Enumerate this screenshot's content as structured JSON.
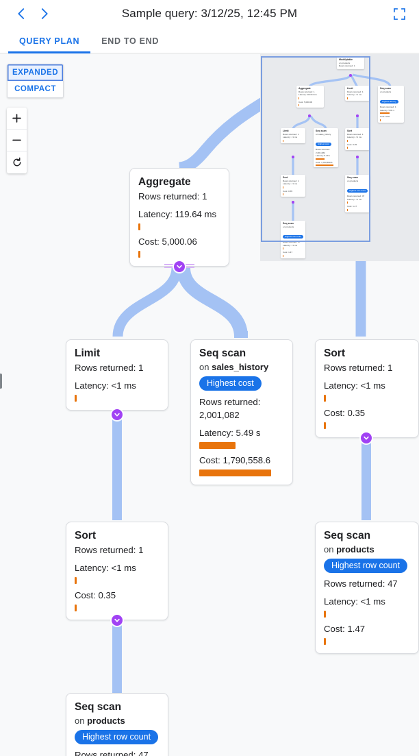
{
  "header": {
    "title": "Sample query: 3/12/25, 12:45 PM",
    "back_icon": "chevron-left-icon",
    "forward_icon": "chevron-right-icon",
    "fullscreen_icon": "fullscreen-icon"
  },
  "tabs": [
    {
      "label": "QUERY PLAN",
      "active": true
    },
    {
      "label": "END TO END",
      "active": false
    }
  ],
  "controls": {
    "expanded_label": "EXPANDED",
    "compact_label": "COMPACT",
    "zoom_in_label": "+",
    "zoom_out_label": "−",
    "reset_label": "reset-icon"
  },
  "colors": {
    "accent_blue": "#1a73e8",
    "edge_blue": "#a4c2f4",
    "bar_orange": "#e8740c",
    "chevron_purple": "#a142f4",
    "minimap_bg": "#e8eaed",
    "canvas_bg": "#f8f9fa"
  },
  "labels": {
    "rows_returned": "Rows returned:",
    "latency": "Latency:",
    "cost": "Cost:",
    "on": "on"
  },
  "nodes": {
    "aggregate": {
      "title": "Aggregate",
      "rows": "Rows returned: 1",
      "latency": "Latency: 119.64 ms",
      "cost": "Cost: 5,000.06"
    },
    "limit": {
      "title": "Limit",
      "rows": "Rows returned: 1",
      "latency": "Latency: <1 ms"
    },
    "seq_scan_sales_history": {
      "title": "Seq scan",
      "on_prefix": "on",
      "relation": "sales_history",
      "badge": "Highest cost",
      "rows": "Rows returned:",
      "rows_value": "2,001,082",
      "latency": "Latency: 5.49 s",
      "cost": "Cost: 1,790,558.6"
    },
    "sort_right": {
      "title": "Sort",
      "rows": "Rows returned: 1",
      "latency": "Latency: <1 ms",
      "cost": "Cost: 0.35"
    },
    "sort_left": {
      "title": "Sort",
      "rows": "Rows returned: 1",
      "latency": "Latency: <1 ms",
      "cost": "Cost: 0.35"
    },
    "seq_scan_products_right": {
      "title": "Seq scan",
      "on_prefix": "on",
      "relation": "products",
      "badge": "Highest row count",
      "rows": "Rows returned: 47",
      "latency": "Latency: <1 ms",
      "cost": "Cost: 1.47"
    },
    "seq_scan_products_bottom": {
      "title": "Seq scan",
      "on_prefix": "on",
      "relation": "products",
      "badge": "Highest row count",
      "rows": "Rows returned: 47"
    }
  },
  "background_nodes": {
    "modifytable": {
      "title": "Modifytable",
      "sub": "on products",
      "rows": "Rows returned:"
    },
    "limit_faded": {
      "title": "Limit",
      "rows": "Rows returned: 1",
      "latency": "Latency: < 1 ms"
    }
  },
  "minimap": {
    "nodes": [
      {
        "title": "Modifytable",
        "sub": "on products",
        "rows": "Rows returned: 1"
      },
      {
        "title": "Aggregate",
        "rows": "Rows returned: 1",
        "latency": "Latency: 119.64 ms",
        "cost": "Cost: 5,000.06"
      },
      {
        "title": "Limit",
        "rows": "Rows returned: 1",
        "latency": "Latency: <1 ms"
      },
      {
        "title": "Seq scan",
        "sub": "on products",
        "badge": "Highest latency",
        "rows": "Rows returned: 1",
        "latency": "Latency: 5.01 s",
        "cost": "Cost: 5.50"
      },
      {
        "title": "Limit",
        "rows": "Rows returned: 1",
        "latency": "Latency: <1 ms"
      },
      {
        "title": "Seq scan",
        "sub": "on sales_history",
        "badge": "Highest cost",
        "rows": "Rows returned: 2,001,082",
        "latency": "Latency: 5.49 s",
        "cost": "Cost: 1,790,558.6"
      },
      {
        "title": "Sort",
        "rows": "Rows returned: 1",
        "latency": "Latency: <1 ms",
        "cost": "Cost: 0.35"
      },
      {
        "title": "Sort",
        "rows": "Rows returned: 1",
        "latency": "Latency: <1 ms",
        "cost": "Cost: 0.35"
      },
      {
        "title": "Seq scan",
        "sub": "on products",
        "badge": "Highest row count",
        "rows": "Rows returned: 47",
        "latency": "Latency: <1 ms",
        "cost": "Cost: 1.47"
      },
      {
        "title": "Seq scan",
        "sub": "on products",
        "badge": "Highest row count",
        "rows": "Rows returned: 47",
        "latency": "Latency: <1 ms",
        "cost": "Cost: 1.47"
      }
    ]
  }
}
